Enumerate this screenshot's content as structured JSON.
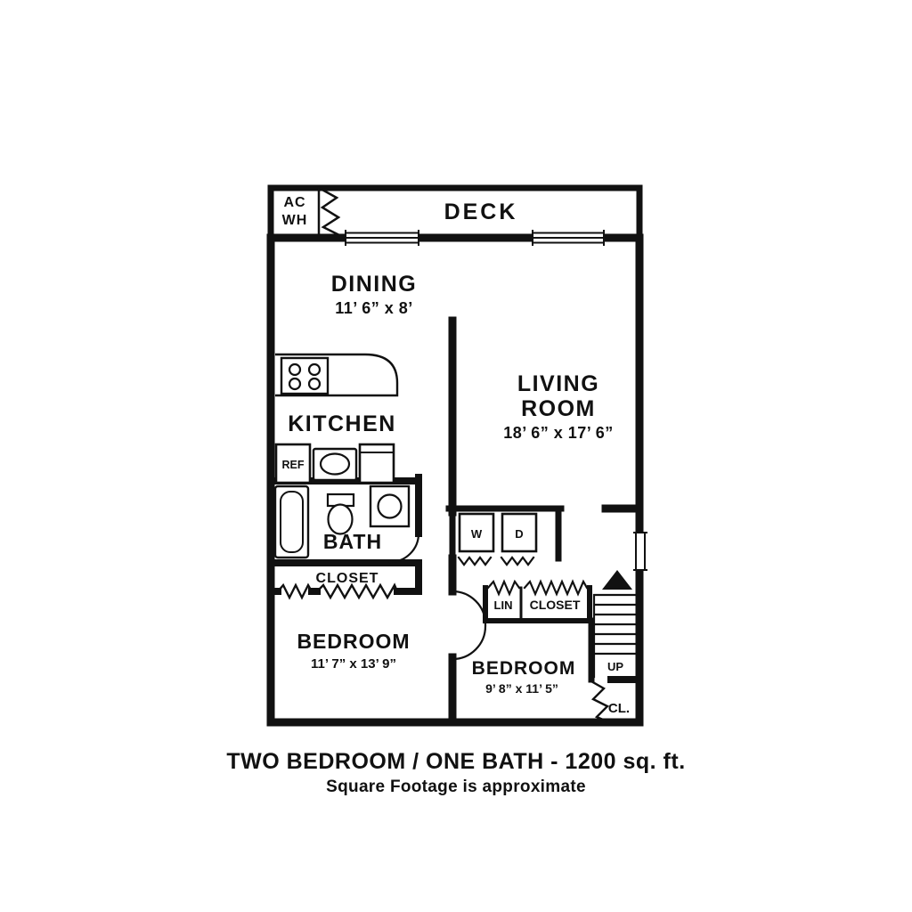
{
  "plan": {
    "deck_label": "DECK",
    "utility": {
      "line1": "AC",
      "line2": "WH"
    },
    "dining": {
      "name": "DINING",
      "dims": "11’ 6” x 8’"
    },
    "living": {
      "name_line1": "LIVING",
      "name_line2": "ROOM",
      "dims": "18’ 6” x 17’ 6”"
    },
    "kitchen": {
      "name": "KITCHEN",
      "ref_label": "REF"
    },
    "bath": {
      "name": "BATH"
    },
    "laundry": {
      "washer": "W",
      "dryer": "D"
    },
    "hall_closet": "CLOSET",
    "linen": "LIN",
    "closet2": "CLOSET",
    "bedroom1": {
      "name": "BEDROOM",
      "dims": "11’ 7” x 13’ 9”"
    },
    "bedroom2": {
      "name": "BEDROOM",
      "dims": "9’ 8” x 11’ 5”"
    },
    "stairs": {
      "up_label": "UP"
    },
    "corner_closet": "CL."
  },
  "caption": {
    "title": "TWO BEDROOM / ONE BATH - 1200 sq. ft.",
    "subtitle": "Square Footage is approximate"
  },
  "colors": {
    "wall": "#111111",
    "background": "#ffffff"
  }
}
